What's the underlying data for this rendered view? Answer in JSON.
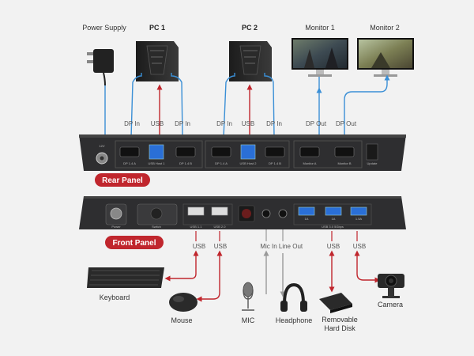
{
  "top_labels": {
    "power_supply": "Power Supply",
    "pc1": "PC 1",
    "pc2": "PC 2",
    "monitor1": "Monitor 1",
    "monitor2": "Monitor 2"
  },
  "rear_panel": {
    "title": "Rear Panel",
    "power_label": "12V",
    "port_labels": [
      "DP In",
      "USB",
      "DP In",
      "DP In",
      "USB",
      "DP In",
      "DP Out",
      "DP Out"
    ],
    "silk": {
      "dp1a": "DP 1.4 A",
      "usb_host1": "USB Host 1",
      "dp1b": "DP 1.4 B",
      "dp2a": "DP 1.4 A",
      "usb_host2": "USB Host 2",
      "dp2b": "DP 1.4 B",
      "mon_a": "Monitor A",
      "mon_b": "Monitor B",
      "update": "Update"
    }
  },
  "front_panel": {
    "title": "Front Panel",
    "port_labels": [
      "USB",
      "USB",
      "Mic In",
      "Line Out",
      "USB",
      "USB"
    ],
    "silk": {
      "power": "Power",
      "switch": "Switch",
      "usb_left": "USB 1.1",
      "usb_right": "USB 2.0",
      "usb3": "USB 3.0 5Gbps",
      "a1": "1A",
      "a2": "1A",
      "a3": "1.5A"
    }
  },
  "devices": {
    "keyboard": "Keyboard",
    "mouse": "Mouse",
    "mic": "MIC",
    "headphone": "Headphone",
    "hard_disk": [
      "Removable",
      "Hard Disk"
    ],
    "camera": "Camera"
  },
  "colors": {
    "blue_line": "#3a8fd6",
    "red_line": "#c0262d",
    "panel": "#2e2e30",
    "tab": "#c0262d",
    "gray_line": "#9a9a9a"
  }
}
